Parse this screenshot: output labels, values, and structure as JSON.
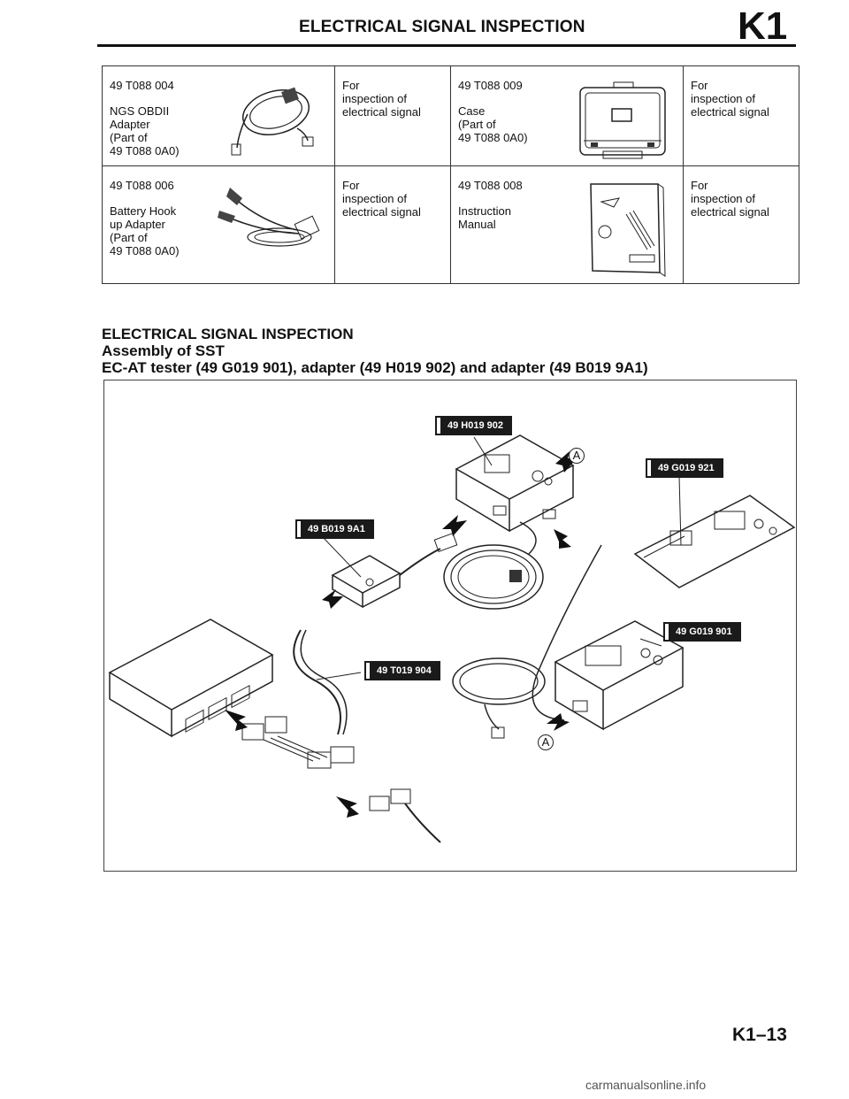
{
  "header": {
    "title": "ELECTRICAL SIGNAL INSPECTION",
    "section": "K1"
  },
  "sst_table": {
    "rows": [
      [
        {
          "lines": [
            "49 T088 004",
            "",
            "NGS OBDII",
            "Adapter",
            "(Part of",
            "49 T088 0A0)"
          ],
          "icon": "obd-adapter-cable-icon"
        },
        {
          "lines": [
            "For",
            "inspection of",
            "electrical signal"
          ]
        },
        {
          "lines": [
            "49 T088 009",
            "",
            "Case",
            "(Part of",
            "49 T088 0A0)"
          ],
          "icon": "carry-case-icon"
        },
        {
          "lines": [
            "For",
            "inspection of",
            "electrical signal"
          ]
        }
      ],
      [
        {
          "lines": [
            "49 T088 006",
            "",
            "Battery Hook",
            "up Adapter",
            "(Part of",
            "49 T088 0A0)"
          ],
          "icon": "battery-clip-cable-icon"
        },
        {
          "lines": [
            "For",
            "inspection of",
            "electrical signal"
          ]
        },
        {
          "lines": [
            "49 T088 008",
            "",
            "Instruction",
            "Manual"
          ],
          "icon": "instruction-manual-icon"
        },
        {
          "lines": [
            "For",
            "inspection of",
            "electrical signal"
          ]
        }
      ]
    ]
  },
  "section": {
    "heading1": "ELECTRICAL SIGNAL INSPECTION",
    "heading2": "Assembly of SST",
    "heading3": "EC-AT tester (49 G019 901), adapter (49 H019 902) and adapter (49 B019 9A1)"
  },
  "figure": {
    "labels": {
      "h019_902": "49 H019 902",
      "g019_921": "49 G019 921",
      "b019_9a1": "49 B019 9A1",
      "g019_901": "49 G019 901",
      "t019_904": "49 T019 904"
    },
    "marker": "A"
  },
  "footer": {
    "page_number": "K1–13",
    "watermark": "carmanualsonline.info"
  }
}
